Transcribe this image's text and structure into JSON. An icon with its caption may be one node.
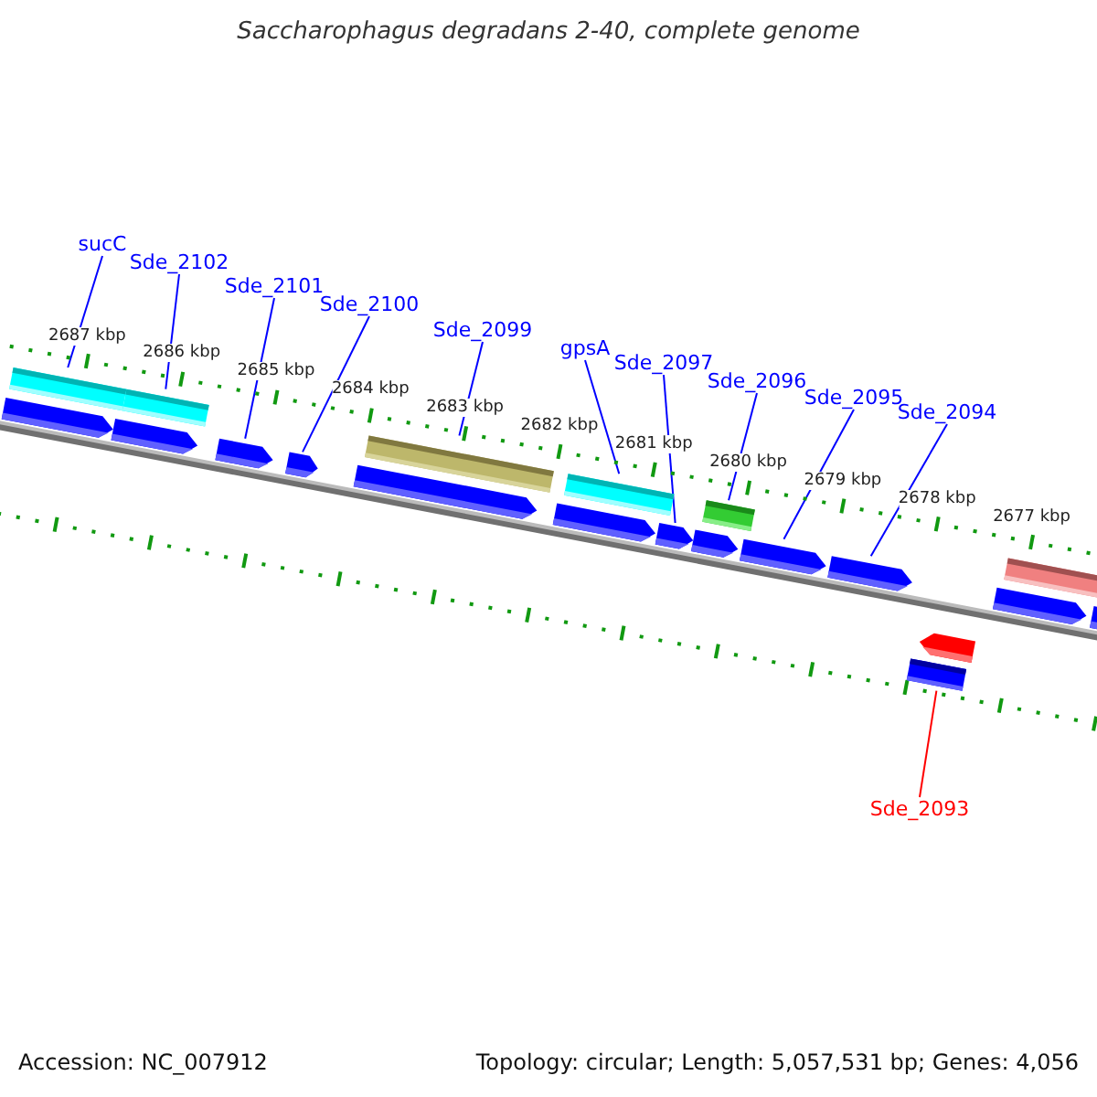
{
  "diagram": {
    "title": "Saccharophagus degradans 2-40, complete genome",
    "nodes": [
      {
        "text": [
          "sucC"
        ]
      },
      {
        "text": [
          "Sde_2102"
        ]
      },
      {
        "text": [
          "Sde_2101"
        ]
      },
      {
        "text": [
          "Sde_2100"
        ]
      },
      {
        "text": [
          "Sde_2099"
        ]
      },
      {
        "text": [
          "gpsA"
        ]
      },
      {
        "text": [
          "Sde_2097"
        ]
      },
      {
        "text": [
          "Sde_2096"
        ]
      },
      {
        "text": [
          "Sde_2095"
        ]
      },
      {
        "text": [
          "Sde_2094"
        ]
      },
      {
        "text": [],
        "shape": "bar"
      },
      {
        "text": [],
        "shape": "pentagon"
      },
      {
        "text": [],
        "shape": "bar"
      },
      {
        "text": [],
        "shape": "pentagon"
      },
      {
        "text": [],
        "shape": "pentagon"
      },
      {
        "text": [],
        "shape": "pentagon"
      },
      {
        "text": [],
        "shape": "bar"
      },
      {
        "text": [],
        "shape": "pentagon"
      },
      {
        "text": [],
        "shape": "bar"
      },
      {
        "text": [],
        "shape": "pentagon"
      },
      {
        "text": [],
        "shape": "pentagon"
      },
      {
        "text": [],
        "shape": "bar"
      },
      {
        "text": [],
        "shape": "pentagon"
      },
      {
        "text": [],
        "shape": "pentagon"
      },
      {
        "text": [],
        "shape": "pentagon"
      },
      {
        "text": [],
        "shape": "pentagon"
      },
      {
        "text": [],
        "shape": "bar"
      },
      {
        "text": [],
        "shape": "bar"
      },
      {
        "text": [],
        "shape": "pentagon"
      },
      {
        "text": [],
        "shape": "pentagon"
      },
      {
        "text": [
          "Sde_2093"
        ]
      }
    ],
    "edges": [
      {
        "from": 0,
        "to": 10,
        "arrow": "none"
      },
      {
        "from": 1,
        "to": 12,
        "arrow": "none"
      },
      {
        "from": 2,
        "to": 14,
        "arrow": "none"
      },
      {
        "from": 3,
        "to": 15,
        "arrow": "none"
      },
      {
        "from": 4,
        "to": 16,
        "arrow": "none"
      },
      {
        "from": 5,
        "to": 18,
        "arrow": "none"
      },
      {
        "from": 6,
        "to": 20,
        "arrow": "none"
      },
      {
        "from": 7,
        "to": 21,
        "arrow": "none"
      },
      {
        "from": 8,
        "to": 23,
        "arrow": "none"
      },
      {
        "from": 9,
        "to": 24,
        "arrow": "none"
      },
      {
        "from": 30,
        "to": 26,
        "arrow": "none",
        "color": "#ff0000"
      }
    ],
    "labels": [
      "2687 kbp",
      "2686 kbp",
      "2685 kbp",
      "2684 kbp",
      "2683 kbp",
      "2682 kbp",
      "2681 kbp",
      "2680 kbp",
      "2679 kbp",
      "2678 kbp",
      "2677 kbp",
      "Accession: NC_007912",
      "Topology: circular; Length: 5,057,531 bp; Genes: 4,056"
    ]
  }
}
